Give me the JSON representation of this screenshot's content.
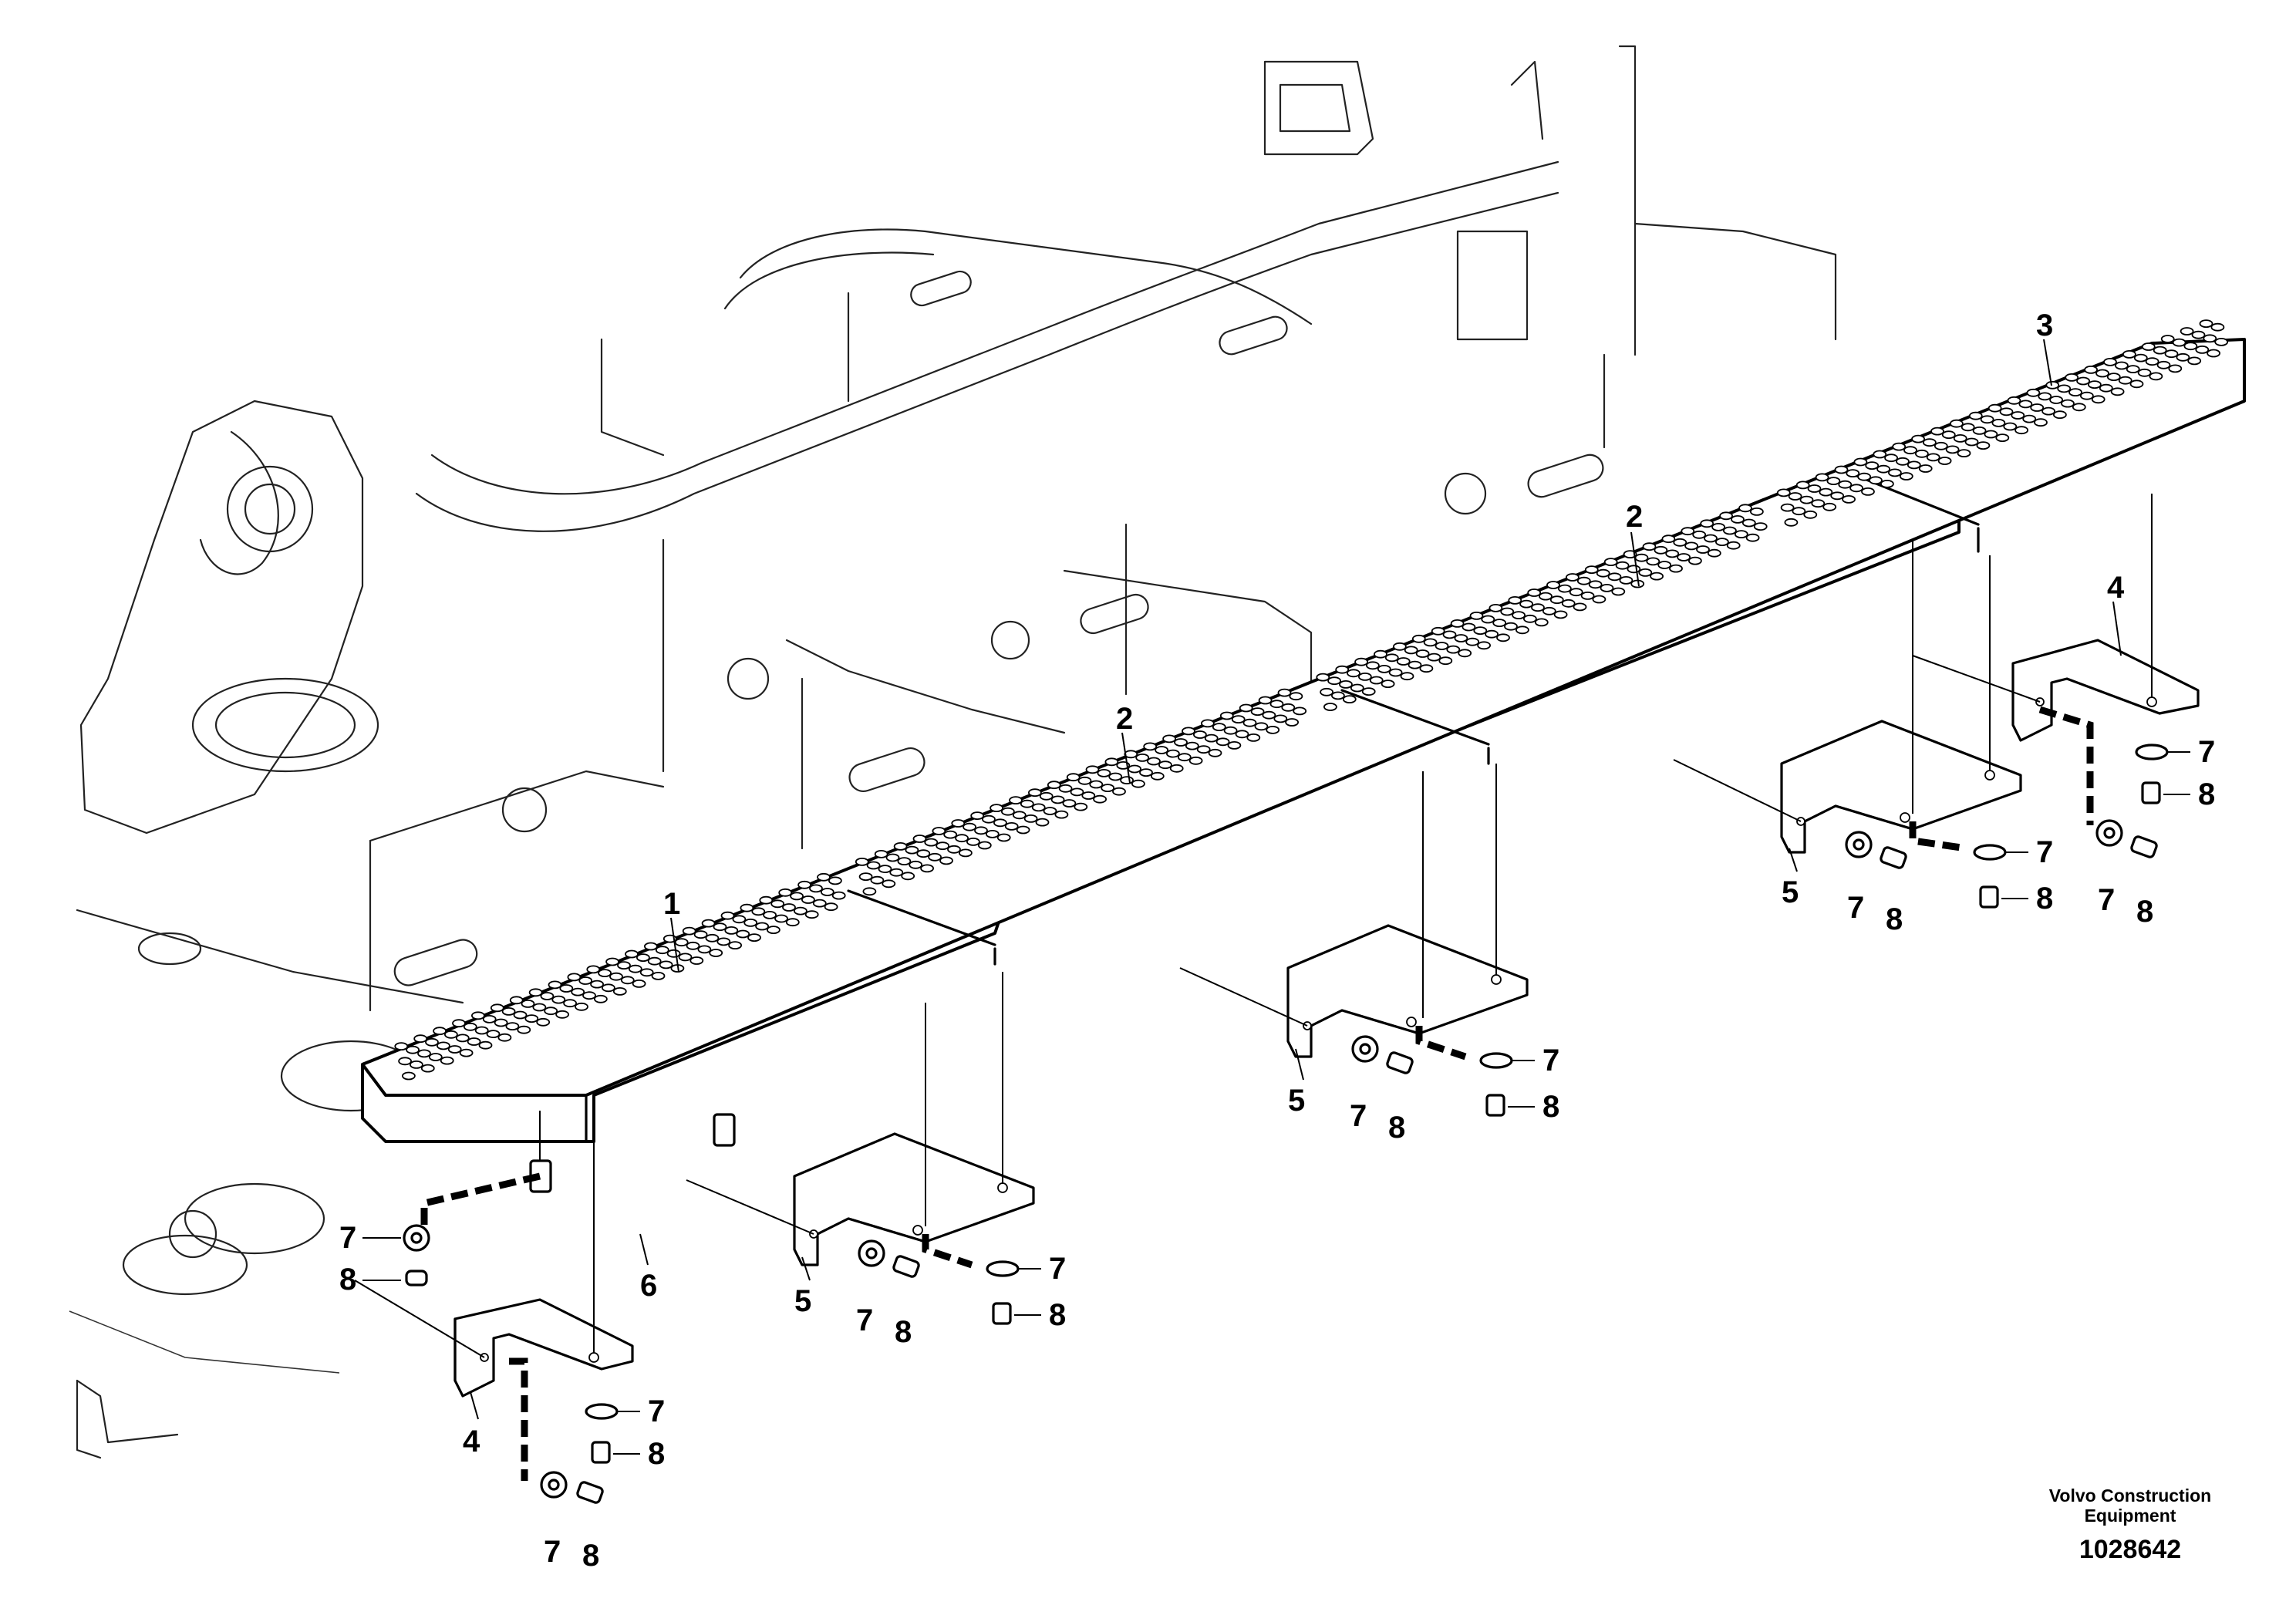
{
  "callouts": {
    "c1": "1",
    "c2": "2",
    "c3": "3",
    "c4": "4",
    "c5": "5",
    "c6": "6",
    "c7": "7",
    "c8": "8"
  },
  "caption": {
    "company_line1": "Volvo Construction",
    "company_line2": "Equipment",
    "drawing_number": "1028642"
  }
}
